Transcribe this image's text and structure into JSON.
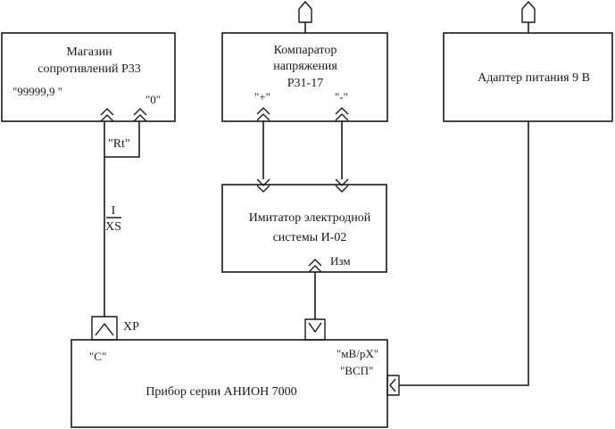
{
  "blocks": {
    "resistance_box": {
      "line1": "Магазин",
      "line2": "сопротивлений Р33",
      "left_term": "\"99999,9  \"",
      "right_term": "\"0\""
    },
    "comparator": {
      "line1": "Компаратор",
      "line2": "напряжения",
      "line3": "Р31-17",
      "plus_term": "\"+\"",
      "minus_term": "\"-\""
    },
    "power_adapter": {
      "label": "Адаптер питания 9 В"
    },
    "simulator": {
      "line1": "Имитатор электродной",
      "line2": "системы И-02",
      "term": "Изм"
    },
    "device": {
      "label": "Прибор серии АНИОН  7000",
      "c_term": "\"C\"",
      "mv_term": "\"мВ/рХ\"",
      "vsp_term": "\"ВСП\""
    }
  },
  "labels": {
    "rt": "\"Rt\"",
    "fraction_top": "I",
    "fraction_bottom": "XS",
    "xp": "XP"
  },
  "colors": {
    "ink": "#1a1a1a",
    "paper": "#ffffff"
  }
}
